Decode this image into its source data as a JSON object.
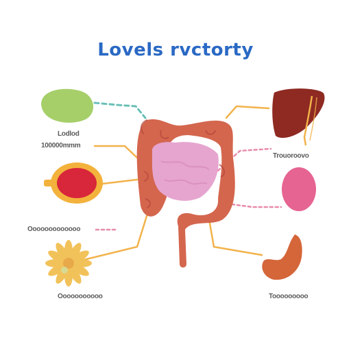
{
  "title": "Lovels rvctorty",
  "labels": {
    "left_1a": "Lodlod",
    "left_1b": "100000mmm",
    "left_2": "Ooooooooooooo",
    "left_3": "Ooooooooooo",
    "right_1": "Trouoroovo",
    "right_2": "Tooooooooo"
  },
  "colors": {
    "title": "#2a69c4",
    "label": "#5a5a5a",
    "leaf": "#a6cf6a",
    "egg_yolk": "#d8263a",
    "egg_white": "#f3b23c",
    "flower": "#f2c25a",
    "colon": "#d4664e",
    "stomach_pink": "#e6a5cf",
    "liver": "#8e2a22",
    "kidney_pink": "#e66492",
    "stomach_right": "#d4663a",
    "connector_orange": "#f2b24a",
    "connector_teal": "#6ac0b8",
    "connector_pink": "#e88aaa"
  }
}
